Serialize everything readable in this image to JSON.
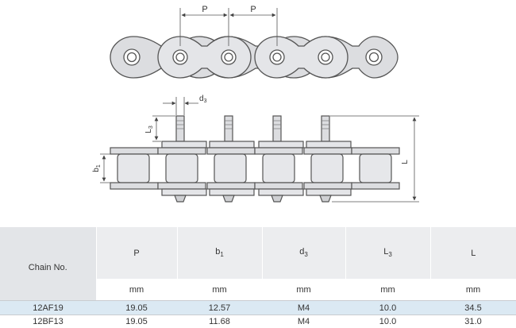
{
  "diagram": {
    "labels": {
      "pitch_left": "P",
      "pitch_right": "P",
      "pin_diameter": "d3",
      "pin_length": "L3",
      "inner_width": "b1",
      "overall_length": "L"
    }
  },
  "table": {
    "first_header": "Chain No.",
    "columns": [
      "P",
      "b1",
      "d3",
      "L3",
      "L"
    ],
    "units": [
      "mm",
      "mm",
      "mm",
      "mm",
      "mm"
    ],
    "rows": [
      {
        "name": "12AF19",
        "values": [
          "19.05",
          "12.57",
          "M4",
          "10.0",
          "34.5"
        ],
        "highlight": true
      },
      {
        "name": "12BF13",
        "values": [
          "19.05",
          "11.68",
          "M4",
          "10.0",
          "31.0"
        ],
        "highlight": false
      }
    ]
  },
  "colors": {
    "header_bg": "#ecedef",
    "highlight_row": "#dbe9f3",
    "part_fill": "#dcdde0",
    "line": "#555555"
  }
}
